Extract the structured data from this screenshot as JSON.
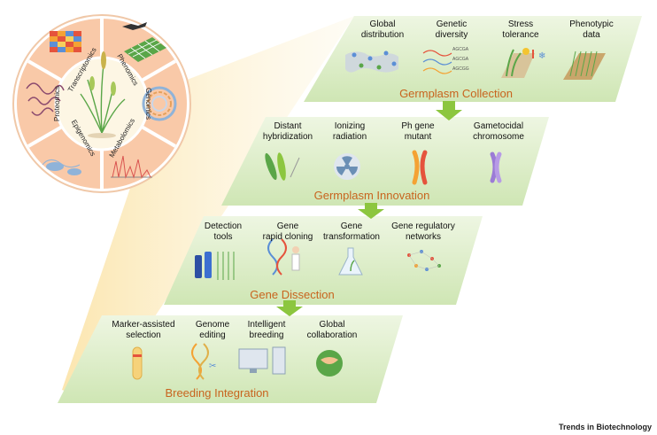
{
  "omics_wheel": {
    "segments": [
      "Transcriptomics",
      "Phenomics",
      "Genomics",
      "Metabolomics",
      "Epigenomics",
      "Proteomics"
    ]
  },
  "stages": [
    {
      "title": "Germplasm Collection",
      "items": [
        {
          "lines": [
            "Global",
            "distribution"
          ]
        },
        {
          "lines": [
            "Genetic",
            "diversity"
          ]
        },
        {
          "lines": [
            "Stress",
            "tolerance"
          ]
        },
        {
          "lines": [
            "Phenotypic",
            "data"
          ]
        }
      ],
      "dna_sequences": [
        "AGCGA",
        "AGCGA",
        "AGCGG"
      ]
    },
    {
      "title": "Germplasm Innovation",
      "items": [
        {
          "lines": [
            "Distant",
            "hybridization"
          ]
        },
        {
          "lines": [
            "Ionizing",
            "radiation"
          ]
        },
        {
          "lines": [
            "Ph gene",
            "mutant"
          ]
        },
        {
          "lines": [
            "Gametocidal",
            "chromosome"
          ]
        }
      ]
    },
    {
      "title": "Gene Dissection",
      "items": [
        {
          "lines": [
            "Detection",
            "tools"
          ]
        },
        {
          "lines": [
            "Gene",
            "rapid cloning"
          ]
        },
        {
          "lines": [
            "Gene",
            "transformation"
          ]
        },
        {
          "lines": [
            "Gene regulatory",
            "networks"
          ]
        }
      ]
    },
    {
      "title": "Breeding Integration",
      "items": [
        {
          "lines": [
            "Marker-assisted",
            "selection"
          ]
        },
        {
          "lines": [
            "Genome",
            "editing"
          ]
        },
        {
          "lines": [
            "Intelligent",
            "breeding"
          ]
        },
        {
          "lines": [
            "Global",
            "collaboration"
          ]
        }
      ]
    }
  ],
  "footer": "Trends in Biotechnology",
  "colors": {
    "band": "#dcedc8",
    "stage_title": "#c8641e",
    "arrow": "#8cc63f",
    "cone": "#fbe6b0",
    "wheel_segment": "#f9c9a8",
    "wheel_center": "#fdf6e4"
  }
}
